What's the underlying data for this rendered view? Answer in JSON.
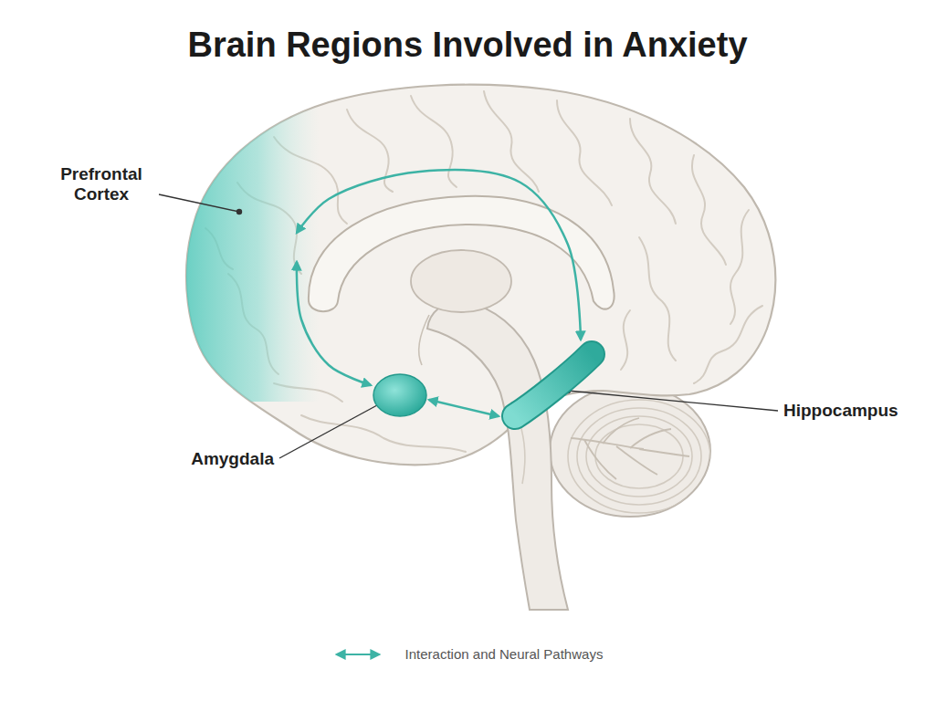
{
  "diagram": {
    "title": "Brain Regions Involved in Anxiety",
    "nodes": [
      {
        "text": [
          "Prefrontal Cortex"
        ]
      },
      {
        "text": [
          "Amygdala"
        ]
      },
      {
        "text": [
          "Hippocampus"
        ]
      }
    ],
    "edges": [
      {
        "from": 0,
        "to": 2,
        "arrow": "both"
      },
      {
        "from": 0,
        "to": 1,
        "arrow": "both"
      },
      {
        "from": 1,
        "to": 2,
        "arrow": "both"
      }
    ],
    "legend": [
      {
        "text": "Interaction and Neural Pathways"
      }
    ]
  }
}
